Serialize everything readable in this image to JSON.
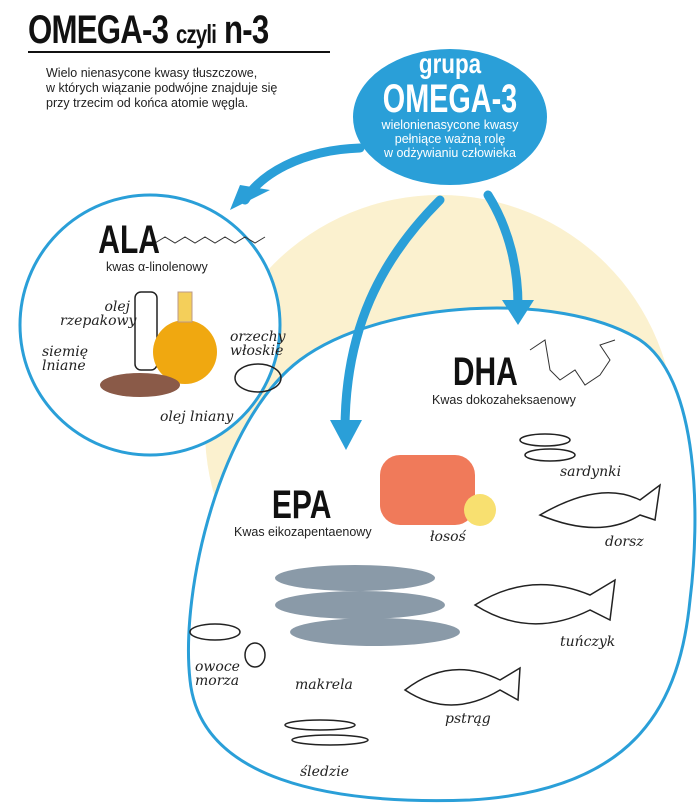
{
  "header": {
    "title_main": "OMEGA-3",
    "title_mid": "czyli",
    "title_end": "n-3",
    "description": [
      "Wielo nienasycone kwasy tłuszczowe,",
      "w których wiązanie podwójne znajduje się",
      "przy trzecim od końca atomie węgla."
    ]
  },
  "bubble": {
    "line1": "grupa",
    "line2": "OMEGA-3",
    "desc": [
      "wielonienasycone kwasy",
      "pełniące ważną rolę",
      "w odżywianiu człowieka"
    ]
  },
  "ala": {
    "name": "ALA",
    "full": "kwas α-linolenowy",
    "sources": [
      "olej rzepakowy",
      "siemię lniane",
      "orzechy włoskie",
      "olej lniany"
    ]
  },
  "dha": {
    "name": "DHA",
    "full": "Kwas dokozaheksaenowy"
  },
  "epa": {
    "name": "EPA",
    "full": "Kwas eikozapentaenowy"
  },
  "fish": [
    "sardynki",
    "łosoś",
    "dorsz",
    "tuńczyk",
    "owoce morza",
    "makrela",
    "pstrąg",
    "śledzie"
  ],
  "colors": {
    "blue": "#2a9fd8",
    "cream": "#fbf1cf"
  }
}
